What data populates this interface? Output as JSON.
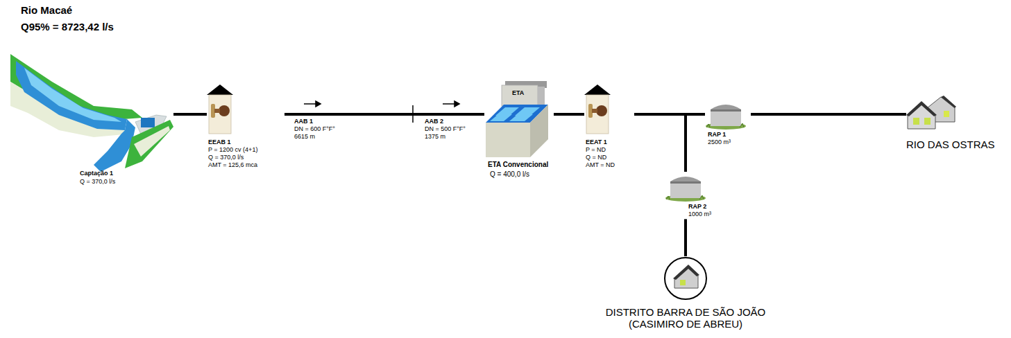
{
  "diagram": {
    "nodes": [
      {
        "text": [
          "Captação 1",
          "Q = 370,0 l/s"
        ]
      },
      {
        "text": [
          "EEAB 1",
          "P = 1200 cv (4+1)",
          "Q = 370,0 l/s",
          "AMT = 125,6 mca"
        ]
      },
      {
        "text": [
          "ETA",
          "ETA Convencional",
          "Q = 400,0 l/s"
        ]
      },
      {
        "text": [
          "EEAT 1",
          "P = ND",
          "Q = ND",
          "AMT = ND"
        ]
      },
      {
        "text": [
          "RAP 1",
          "2500 m³"
        ]
      },
      {
        "text": [
          "RAP 2",
          "1000 m³"
        ]
      },
      {
        "text": [
          "RIO DAS OSTRAS"
        ]
      },
      {
        "text": [
          "DISTRITO BARRA DE SÃO JOÃO (CASIMIRO DE ABREU)"
        ]
      }
    ],
    "edges": [
      {
        "from": 0,
        "to": 1,
        "arrow": "none"
      },
      {
        "from": 1,
        "to": 2,
        "arrow": "none"
      },
      {
        "from": 2,
        "to": 3,
        "arrow": "none"
      },
      {
        "from": 3,
        "to": 4,
        "arrow": "none"
      },
      {
        "from": 4,
        "to": 6,
        "arrow": "none"
      },
      {
        "from": 3,
        "to": 5,
        "arrow": "none"
      },
      {
        "from": 5,
        "to": 7,
        "arrow": "none"
      }
    ],
    "labels": [
      "Rio Macaé",
      "Q95% = 8723,42 l/s",
      "AAB 1",
      "DN = 600 F°F°",
      "6615 m",
      "AAB 2",
      "DN = 500 F°F°",
      "1375 m"
    ]
  }
}
